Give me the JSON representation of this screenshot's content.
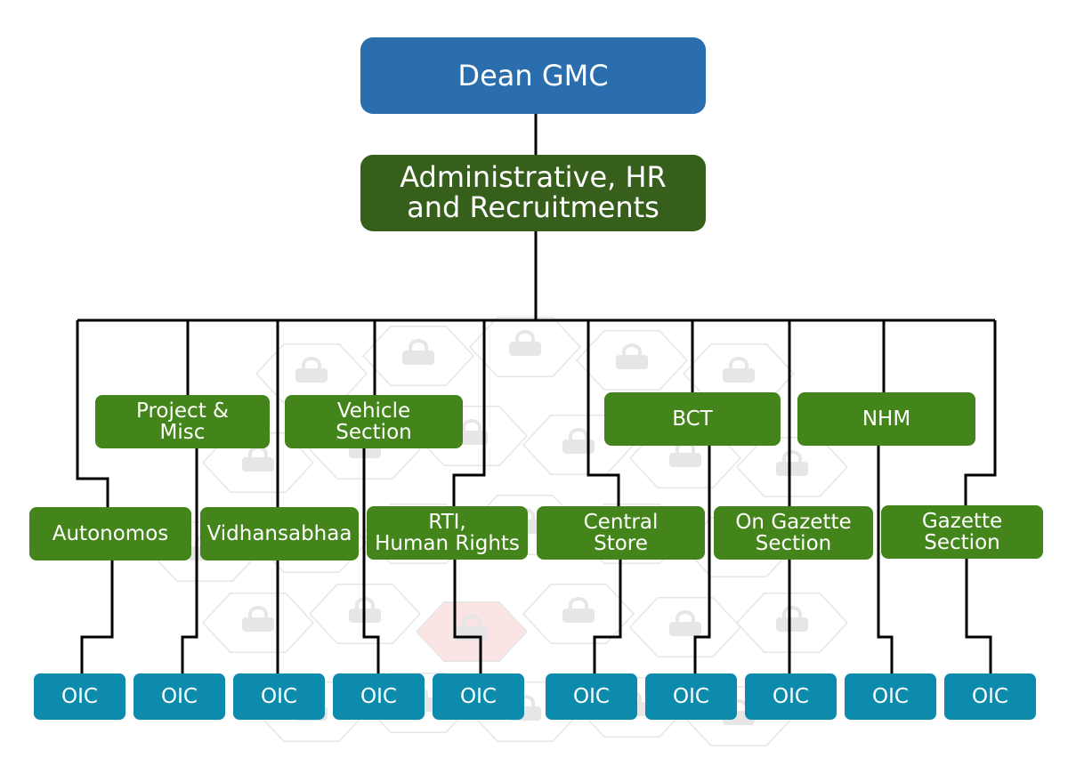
{
  "colors": {
    "root": "#2a6ead",
    "admin": "#365f1b",
    "department": "#43851a",
    "oic": "#0c8bad",
    "connector": "#000000",
    "background_pattern": "#e6e6e6",
    "highlight_hex": "#fbe4e4"
  },
  "root": {
    "label": "Dean GMC"
  },
  "admin": {
    "label": "Administrative, HR\nand Recruitments"
  },
  "upper_departments": [
    {
      "label": "Project &\nMisc"
    },
    {
      "label": "Vehicle\nSection"
    },
    {
      "label": "BCT"
    },
    {
      "label": "NHM"
    }
  ],
  "lower_departments": [
    {
      "label": "Autonomos"
    },
    {
      "label": "Vidhansabhaa"
    },
    {
      "label": "RTI,\nHuman Rights"
    },
    {
      "label": "Central\nStore"
    },
    {
      "label": "On Gazette\nSection"
    },
    {
      "label": "Gazette\nSection"
    }
  ],
  "oics": [
    {
      "label": "OIC"
    },
    {
      "label": "OIC"
    },
    {
      "label": "OIC"
    },
    {
      "label": "OIC"
    },
    {
      "label": "OIC"
    },
    {
      "label": "OIC"
    },
    {
      "label": "OIC"
    },
    {
      "label": "OIC"
    },
    {
      "label": "OIC"
    },
    {
      "label": "OIC"
    }
  ]
}
